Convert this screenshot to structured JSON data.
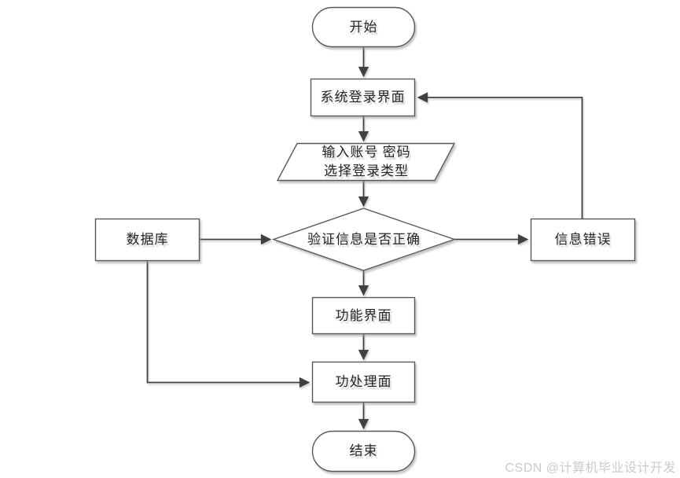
{
  "diagram": {
    "description": "login-system-flowchart",
    "nodes": {
      "start": {
        "label": "开始",
        "shape": "terminator"
      },
      "login": {
        "label": "系统登录界面",
        "shape": "process"
      },
      "input": {
        "line1": "输入账号 密码",
        "line2": "选择登录类型",
        "shape": "input-output"
      },
      "verify": {
        "label": "验证信息是否正确",
        "shape": "decision"
      },
      "database": {
        "label": "数据库",
        "shape": "process"
      },
      "error": {
        "label": "信息错误",
        "shape": "process"
      },
      "function": {
        "label": "功能界面",
        "shape": "process"
      },
      "processing": {
        "label": "功处理面",
        "shape": "process"
      },
      "end": {
        "label": "结束",
        "shape": "terminator"
      }
    },
    "edges": [
      "start -> login",
      "login -> input",
      "input -> verify",
      "verify -> function",
      "function -> processing",
      "processing -> end",
      "database -> verify",
      "verify -> error",
      "error -> login (up-and-left feedback)",
      "database -> processing (down-and-right bypass)"
    ],
    "colors": {
      "connector": "#404040",
      "shape_border": "#595959",
      "shape_fill": "#ffffff",
      "text": "#262626",
      "shadow": "#b0b0b0"
    }
  },
  "watermark": {
    "text": "CSDN @计算机毕业设计开发",
    "color": "#cbcbcb"
  }
}
